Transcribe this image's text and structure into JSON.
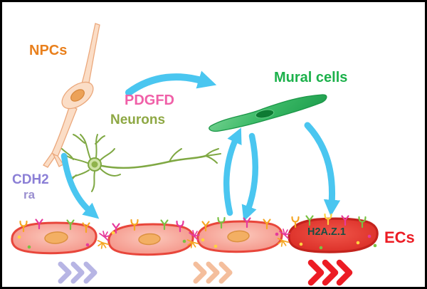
{
  "labels": {
    "npcs": "NPCs",
    "pdgfd": "PDGFD",
    "neurons": "Neurons",
    "mural_cells": "Mural cells",
    "cdh2": "CDH2",
    "cdh2_partial": "ra",
    "h2az1": "H2A.Z.1",
    "ecs": "ECs"
  },
  "colors": {
    "npcs_label": "#E9801D",
    "pdgfd_label": "#F060A8",
    "neurons_label": "#8EA844",
    "mural_label": "#1CB14B",
    "cdh2_label": "#8B7FD6",
    "h2az1_label": "#174F43",
    "ecs_label": "#EC1C24",
    "signal_arrow": "#4AC6F0",
    "npc_cell": "#FBDDC6",
    "neuron_cell": "#7FA843",
    "mural_cell": "#2BAA58",
    "ec_cell": "#F59185",
    "ec_cell_dark": "#E0342C",
    "receptor_orange": "#F5A623",
    "receptor_magenta": "#E6399B",
    "receptor_green": "#7AC143"
  },
  "arrows": [
    {
      "name": "pdgfd-to-mural",
      "color": "#4AC6F0"
    },
    {
      "name": "npc-to-ec",
      "color": "#4AC6F0"
    },
    {
      "name": "ec-to-mural",
      "color": "#4AC6F0"
    },
    {
      "name": "mural-to-ec",
      "color": "#4AC6F0"
    },
    {
      "name": "mural-to-ec-right",
      "color": "#4AC6F0"
    }
  ],
  "flow_indicators": [
    {
      "name": "left",
      "chevrons": 3,
      "color": "#B7B5E4"
    },
    {
      "name": "middle",
      "chevrons": 3,
      "color": "#F4BE9C"
    },
    {
      "name": "right",
      "chevrons": 3,
      "color": "#EC1C24"
    }
  ],
  "icons": {
    "receptor": "receptor-icon",
    "junction": "junction-sparkle-icon",
    "signal": "curved-arrow-icon",
    "flow": "chevron-arrow-icon"
  }
}
